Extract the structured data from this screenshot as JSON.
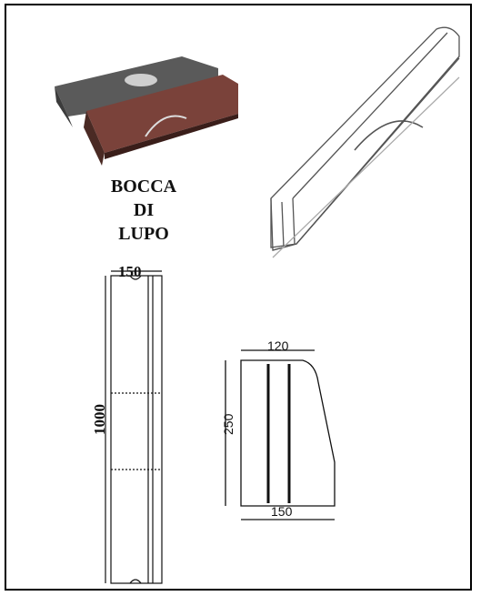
{
  "title_lines": [
    "BOCCA",
    "DI",
    "LUPO"
  ],
  "dimensions": {
    "front_width": "150",
    "front_length": "1000",
    "section_top_width": "120",
    "section_height": "250",
    "section_base_width": "150"
  },
  "colors": {
    "frame": "#000000",
    "line": "#111111",
    "photo_dark": "#4b4b4b",
    "photo_red": "#6e3a33"
  }
}
